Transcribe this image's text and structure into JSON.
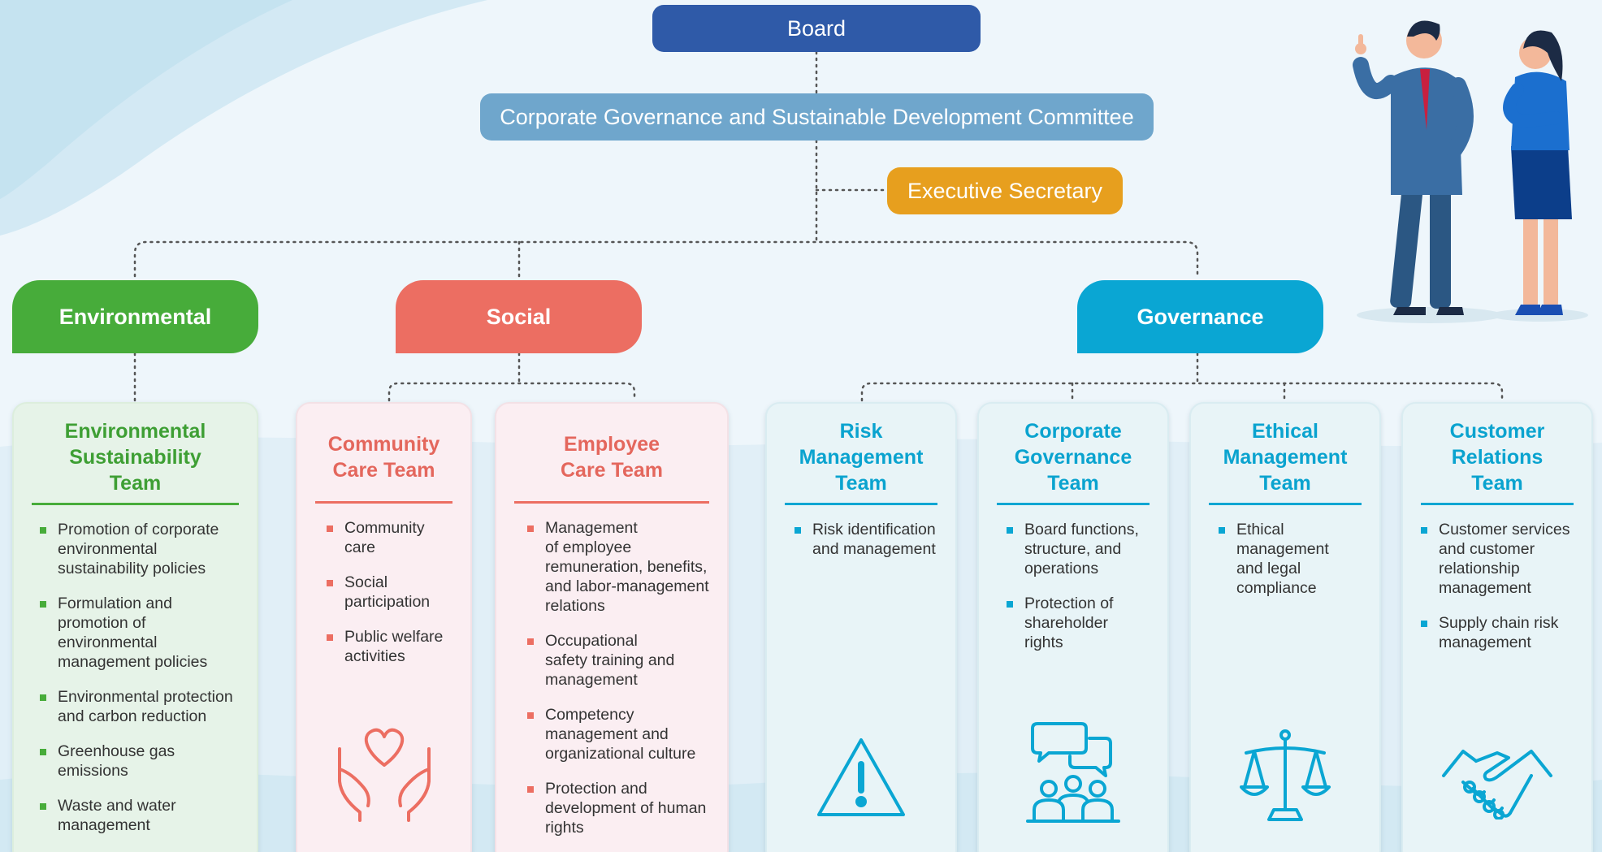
{
  "top": {
    "board": "Board",
    "committee": "Corporate Governance and Sustainable Development Committee",
    "executive_secretary": "Executive Secretary"
  },
  "pillars": {
    "environmental": "Environmental",
    "social": "Social",
    "governance": "Governance"
  },
  "teams": [
    {
      "title": "Environmental\nSustainability\nTeam",
      "items": [
        "Promotion of corporate\nenvironmental\nsustainability policies",
        "Formulation and\npromotion of\nenvironmental\nmanagement policies",
        "Environmental protection\nand carbon reduction",
        "Greenhouse gas\nemissions",
        "Waste and water\nmanagement"
      ]
    },
    {
      "title": "Community\nCare Team",
      "items": [
        "Community\ncare",
        "Social\nparticipation",
        "Public welfare\nactivities"
      ],
      "icon": "hands-heart-icon"
    },
    {
      "title": "Employee\nCare Team",
      "items": [
        "Management\nof employee\nremuneration, benefits,\nand labor-management\nrelations",
        "Occupational\nsafety training and\nmanagement",
        "Competency\nmanagement and\norganizational culture",
        "Protection and\ndevelopment of human\nrights"
      ]
    },
    {
      "title": "Risk\nManagement\nTeam",
      "items": [
        "Risk identification\nand management"
      ],
      "icon": "warning-icon"
    },
    {
      "title": "Corporate\nGovernance\nTeam",
      "items": [
        "Board functions,\nstructure, and\noperations",
        "Protection of\nshareholder\nrights"
      ],
      "icon": "meeting-icon"
    },
    {
      "title": "Ethical\nManagement\nTeam",
      "items": [
        "Ethical\nmanagement\nand legal\ncompliance"
      ],
      "icon": "scales-icon"
    },
    {
      "title": "Customer\nRelations\nTeam",
      "items": [
        "Customer services\nand customer\nrelationship\nmanagement",
        "Supply chain risk\nmanagement"
      ],
      "icon": "handshake-icon"
    }
  ],
  "colors": {
    "board": "#2f5aa8",
    "committee": "#6fa6cc",
    "executive_secretary": "#e79f1e",
    "environmental": "#47ac3a",
    "social": "#ec6e62",
    "governance": "#0aa6d3"
  }
}
